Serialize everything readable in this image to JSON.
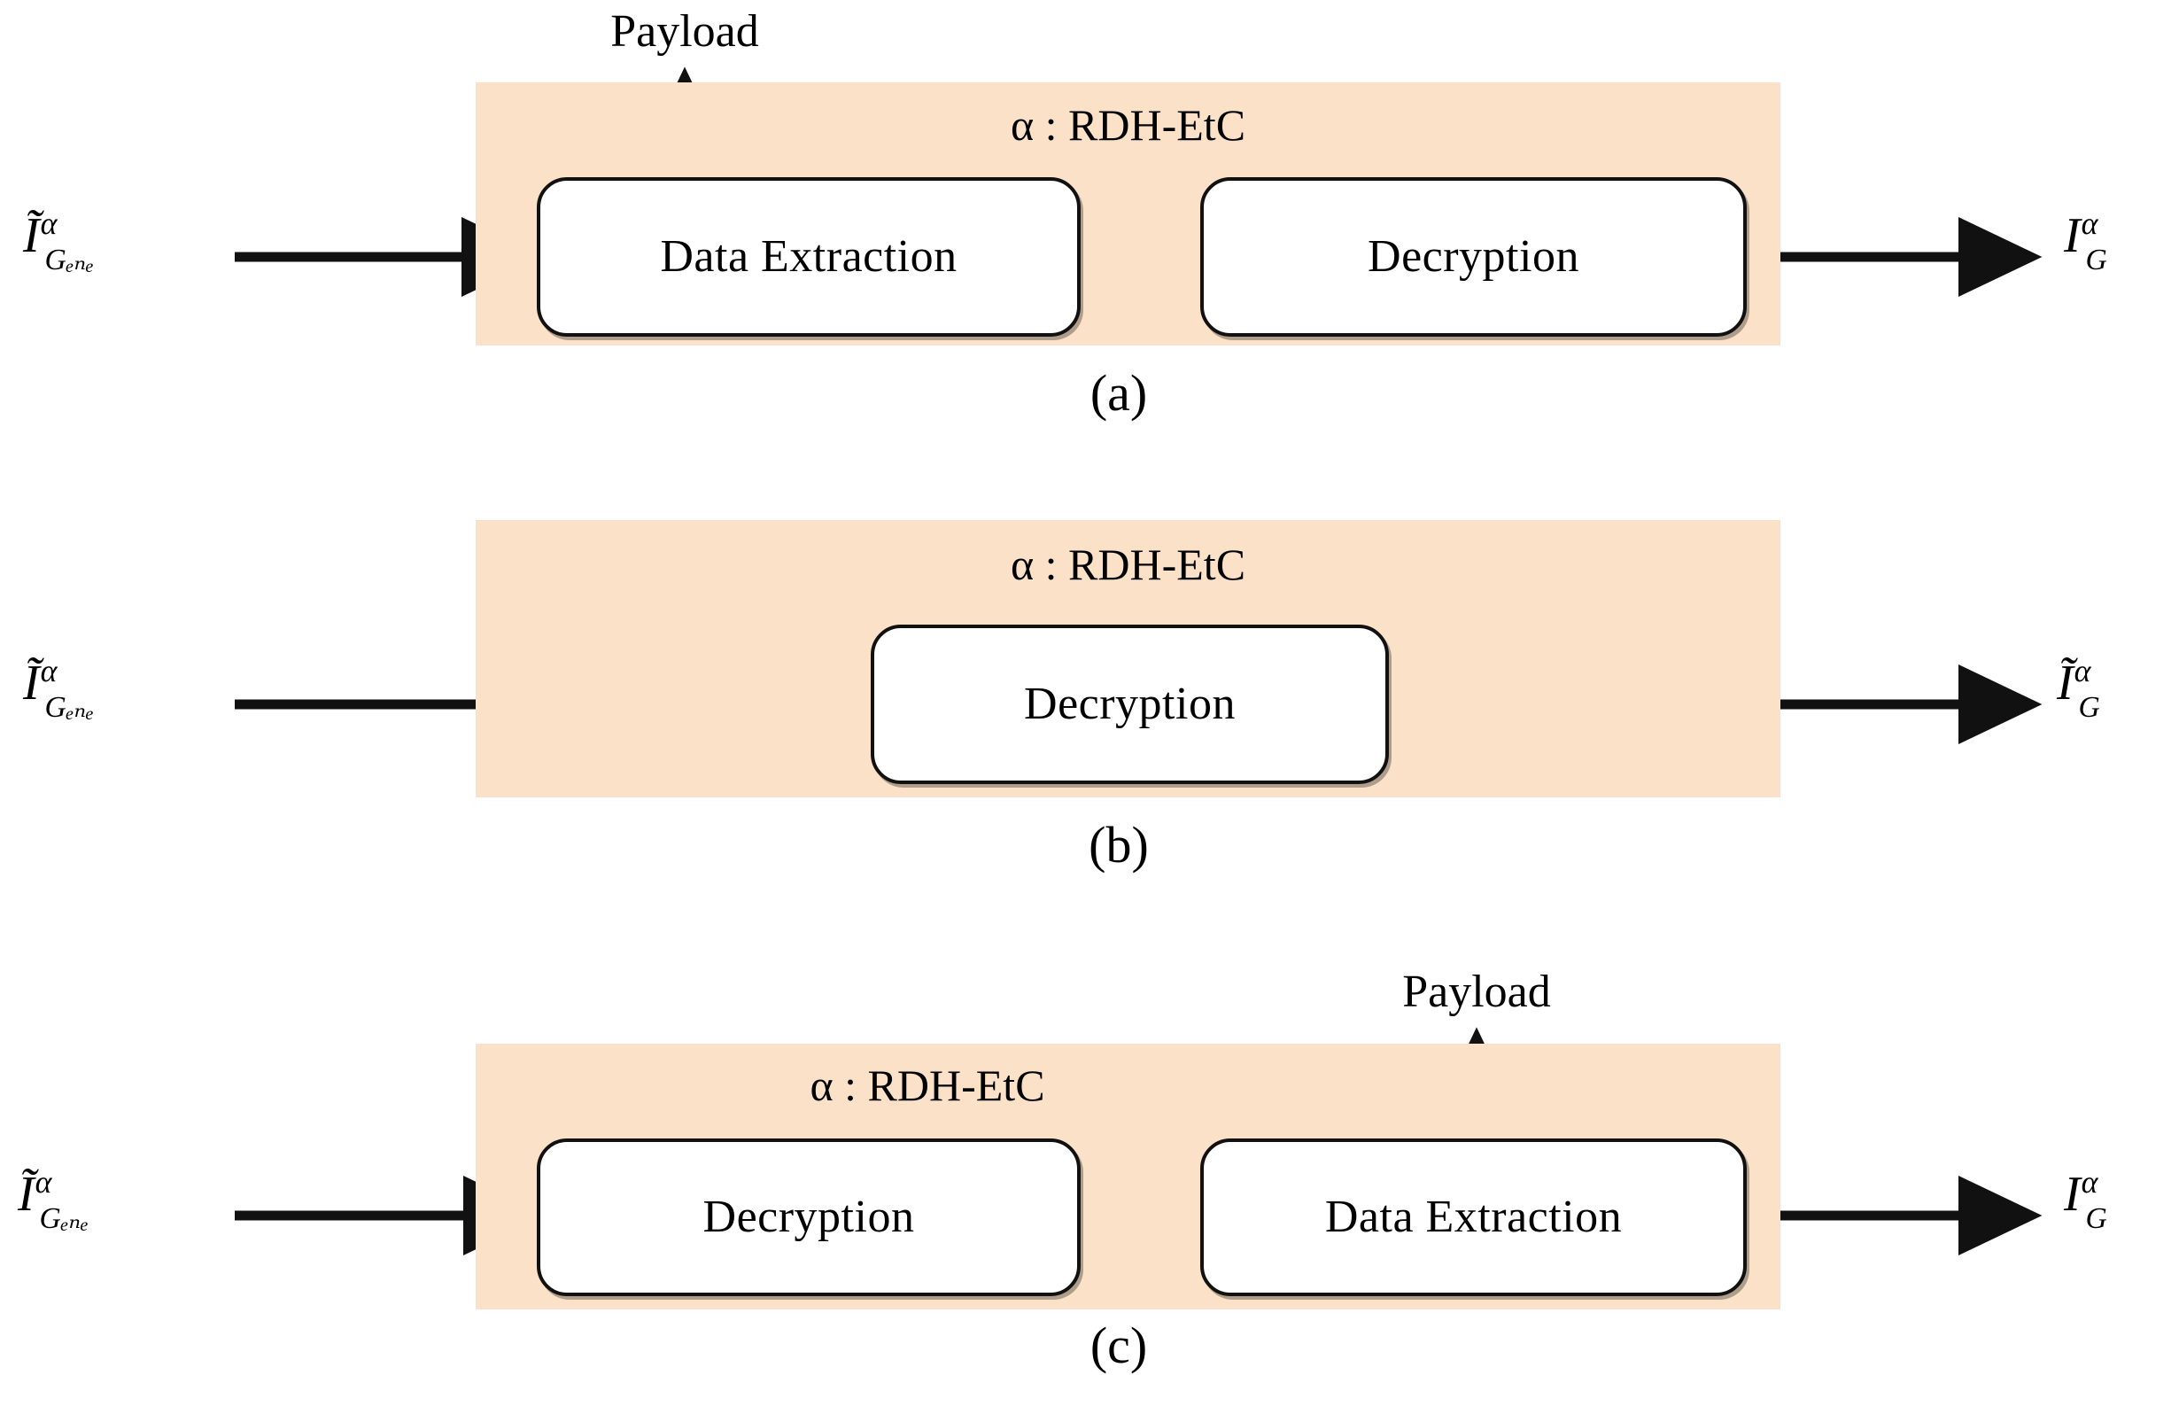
{
  "figure": {
    "background_color": "#ffffff",
    "band_color": "#FBE1C7",
    "line_color": "#111111",
    "box_fill": "#ffffff"
  },
  "panels": [
    {
      "id": "a",
      "caption": "(a)",
      "band_label": "α : RDH-EtC",
      "input_label": {
        "base": "Ĩ",
        "sup": "α",
        "sub": "Gₑₙₑ"
      },
      "input_label_text": "Ĩ superscript α subscript Genc",
      "output_label": {
        "base": "I",
        "sup": "α",
        "sub": "G"
      },
      "output_label_text": "I superscript α subscript G",
      "boxes": [
        {
          "label": "Data Extraction"
        },
        {
          "label": "Decryption"
        }
      ],
      "branch": {
        "label": "Payload",
        "from_box_index": 0
      }
    },
    {
      "id": "b",
      "caption": "(b)",
      "band_label": "α : RDH-EtC",
      "input_label": {
        "base": "Ĩ",
        "sup": "α",
        "sub": "Gₑₙₑ"
      },
      "input_label_text": "Ĩ superscript α subscript Genc",
      "output_label": {
        "base": "Ĩ",
        "sup": "α",
        "sub": "G"
      },
      "output_label_text": "Ĩ superscript α subscript G",
      "boxes": [
        {
          "label": "Decryption"
        }
      ],
      "branch": null
    },
    {
      "id": "c",
      "caption": "(c)",
      "band_label": "α : RDH-EtC",
      "input_label": {
        "base": "Ĩ",
        "sup": "α",
        "sub": "Gₑₙₑ"
      },
      "input_label_text": "Ĩ superscript α subscript Genc",
      "output_label": {
        "base": "I",
        "sup": "α",
        "sub": "G"
      },
      "output_label_text": "I superscript α subscript G",
      "boxes": [
        {
          "label": "Decryption"
        },
        {
          "label": "Data Extraction"
        }
      ],
      "branch": {
        "label": "Payload",
        "from_box_index": 1
      }
    }
  ],
  "glyphs": {
    "alpha": "α",
    "colon": ":",
    "tilde_I": "Ĩ",
    "I": "I"
  }
}
